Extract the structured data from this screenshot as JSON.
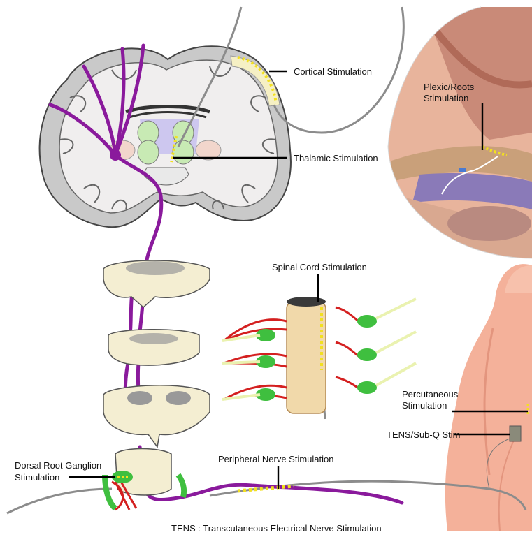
{
  "labels": {
    "cortical": "Cortical Stimulation",
    "thalamic": "Thalamic Stimulation",
    "plexic_line1": "Plexic/Roots",
    "plexic_line2": "Stimulation",
    "spinal_cord": "Spinal Cord Stimulation",
    "percutaneous_line1": "Percutaneous",
    "percutaneous_line2": "Stimulation",
    "tens_subq": "TENS/Sub-Q Stim",
    "drg_line1": "Dorsal Root Ganglion",
    "drg_line2": "Stimulation",
    "peripheral": "Peripheral Nerve Stimulation"
  },
  "caption": "TENS : Transcutaneous Electrical Nerve Stimulation",
  "colors": {
    "nerve_pathway": "#8a1a9c",
    "electrode": "#f2e020",
    "lead_wire": "#8c8c8c",
    "ganglion": "#3fbf3f",
    "muscle": "#d42020",
    "brain_outline": "#555555",
    "spinal_tissue": "#f4eed2",
    "skin": "#f0a080"
  }
}
